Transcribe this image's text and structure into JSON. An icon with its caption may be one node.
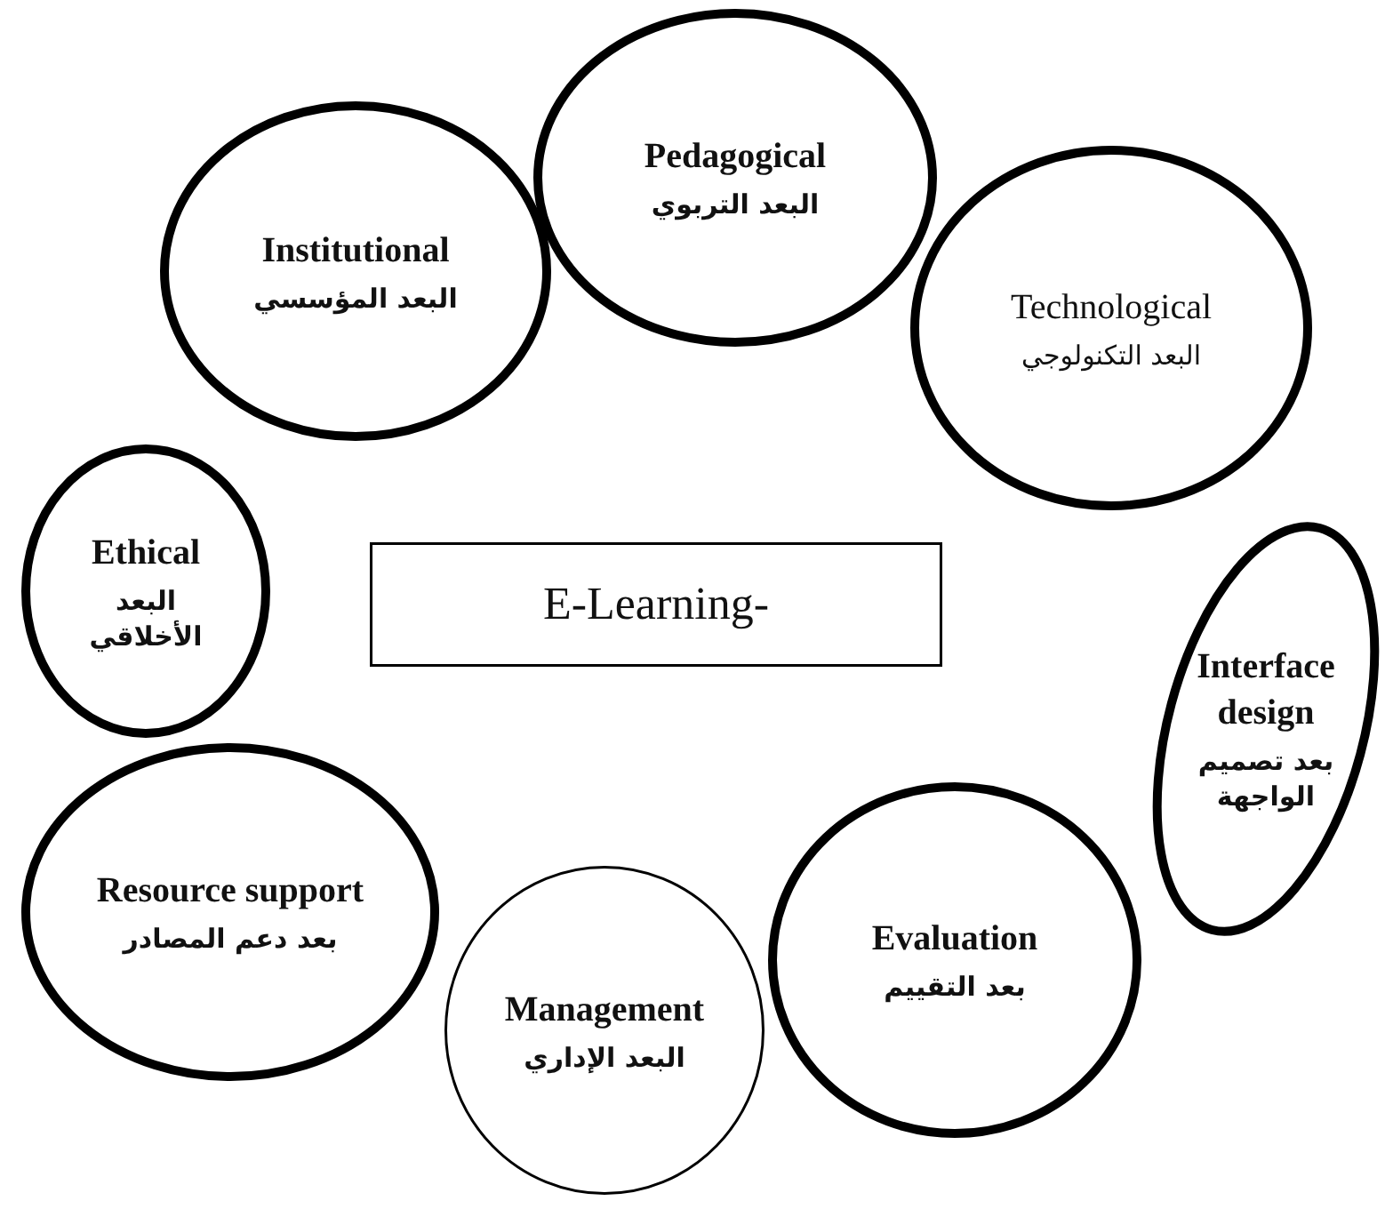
{
  "diagram": {
    "nodes": [
      {
        "text": [
          "Pedagogical",
          "البعد التربوي"
        ]
      },
      {
        "text": [
          "Technological",
          "البعد التكنولوجي"
        ]
      },
      {
        "text": [
          "Interface design",
          "بعد تصميم الواجهة"
        ]
      },
      {
        "text": [
          "Evaluation",
          "بعد التقييم"
        ]
      },
      {
        "text": [
          "Management",
          "البعد الإداري"
        ]
      },
      {
        "text": [
          "Resource support",
          "بعد دعم المصادر"
        ]
      },
      {
        "text": [
          "Ethical",
          "البعد الأخلاقي"
        ]
      },
      {
        "text": [
          "Institutional",
          "البعد المؤسسي"
        ]
      },
      {
        "text": [
          "E-Learning-"
        ]
      }
    ]
  }
}
